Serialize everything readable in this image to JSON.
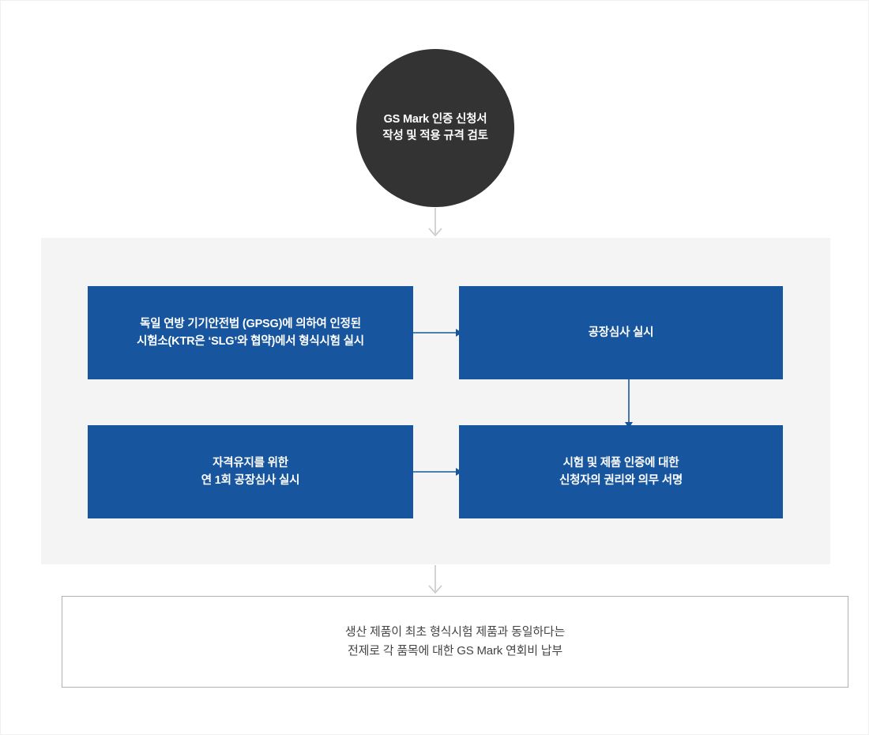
{
  "diagram": {
    "title_node": {
      "text": "GS Mark 인증 신청서\n작성 및 적용 규격 검토",
      "shape": "circle",
      "fill": "#333333",
      "text_color": "#ffffff"
    },
    "panel": {
      "fill": "#f4f4f4"
    },
    "steps": [
      {
        "id": "box-a",
        "text": "독일 연방 기기안전법 (GPSG)에 의하여 인정된\n시험소(KTR은 ‘SLG’와 협약)에서 형식시험 실시",
        "fill": "#17569f",
        "text_color": "#ffffff"
      },
      {
        "id": "box-b",
        "text": "공장심사 실시",
        "fill": "#17569f",
        "text_color": "#ffffff"
      },
      {
        "id": "box-c",
        "text": "자격유지를 위한\n연 1회 공장심사 실시",
        "fill": "#17569f",
        "text_color": "#ffffff"
      },
      {
        "id": "box-d",
        "text": "시험 및 제품 인증에 대한\n신청자의 권리와 의무 서명",
        "fill": "#17569f",
        "text_color": "#ffffff"
      }
    ],
    "footer_node": {
      "text": "생산 제품이 최초 형식시험 제품과 동일하다는\n전제로 각 품목에 대한 GS Mark 연회비 납부",
      "fill": "#ffffff",
      "border_color": "#b0b0b0",
      "text_color": "#444444"
    },
    "connectors": [
      {
        "id": "arrow-circle-to-panel",
        "type": "down-arrow-open",
        "color": "#c9c9c9"
      },
      {
        "id": "arrow-box-a-to-box-b",
        "type": "right-arrow-solid",
        "color": "#17569f"
      },
      {
        "id": "arrow-box-b-to-box-d",
        "type": "down-arrow-solid",
        "color": "#17569f"
      },
      {
        "id": "arrow-box-c-to-box-d",
        "type": "right-arrow-solid",
        "color": "#17569f"
      },
      {
        "id": "arrow-panel-to-footer",
        "type": "down-arrow-open",
        "color": "#c9c9c9"
      }
    ]
  }
}
